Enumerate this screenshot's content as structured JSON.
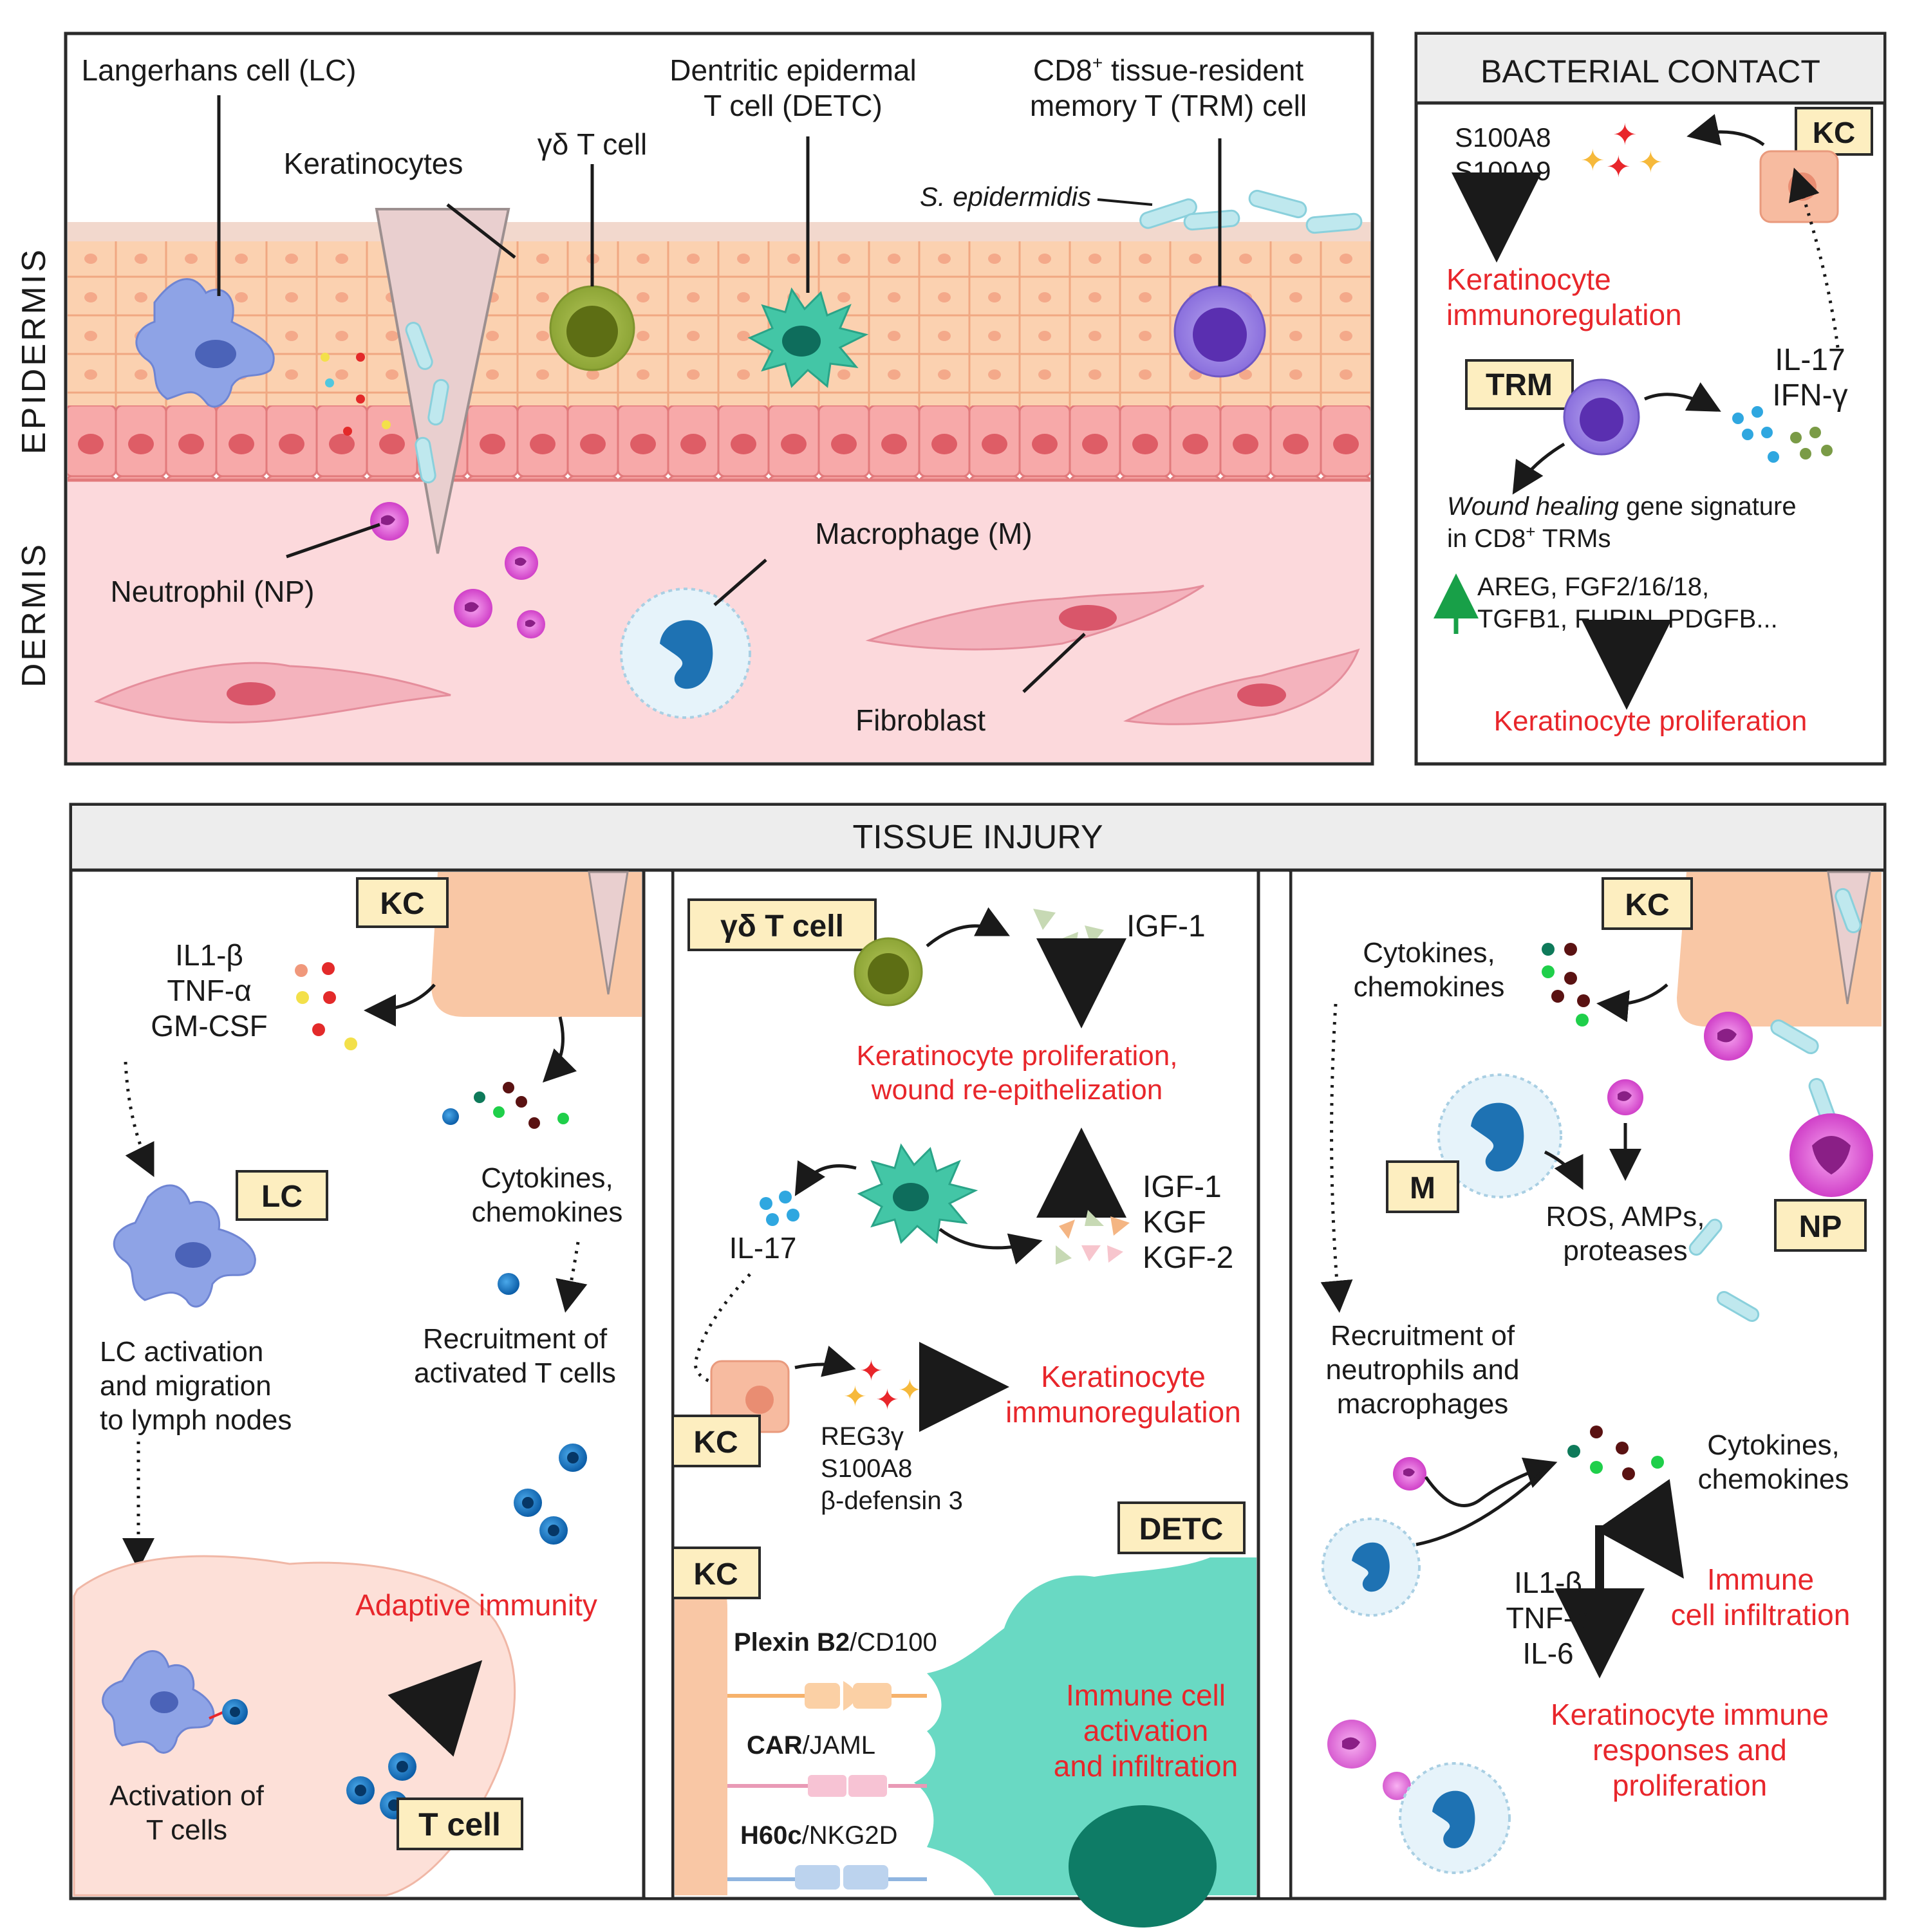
{
  "colors": {
    "epidermis_cell": "#f9c9a8",
    "basal_cell": "#f4a3a6",
    "dermis": "#fbd9dc",
    "red_text": "#e8262b",
    "label_box": "#fdeec0",
    "header_gray": "#ededed"
  },
  "icons": [
    "langerhans-cell-icon",
    "keratinocyte-icon",
    "gamma-delta-t-cell-icon",
    "detc-icon",
    "trm-cell-icon",
    "neutrophil-icon",
    "macrophage-icon",
    "fibroblast-icon",
    "bacteria-icon",
    "cytokine-dots-icon",
    "t-cell-icon"
  ],
  "top_panel": {
    "side_epidermis": "EPIDERMIS",
    "side_dermis": "DERMIS",
    "lc": "Langerhans cell (LC)",
    "keratinocytes": "Keratinocytes",
    "gd_t": "γδ T cell",
    "detc_l1": "Dentritic epidermal",
    "detc_l2": "T cell (DETC)",
    "trm_l1a": "CD8",
    "trm_sup": "+",
    "trm_l1b": " tissue-resident",
    "trm_l2": "memory T (TRM) cell",
    "s_epi": "S. epidermidis",
    "neutrophil": "Neutrophil (NP)",
    "macrophage": "Macrophage (M)",
    "fibroblast": "Fibroblast"
  },
  "bacterial": {
    "title": "BACTERIAL CONTACT",
    "kc": "KC",
    "s100a8": "S100A8",
    "s100a9": "S100A9",
    "kc_immuno_1": "Keratinocyte",
    "kc_immuno_2": "immunoregulation",
    "trm": "TRM",
    "il17": "IL-17",
    "ifn": "IFN-γ",
    "wound_1a": "Wound healing",
    "wound_1b": " gene signature",
    "wound_2a": "in CD8",
    "wound_sup": "+",
    "wound_2b": " TRMs",
    "genes_1": "AREG, FGF2/16/18,",
    "genes_2": "TGFB1, FURIN, PDGFB...",
    "kc_prolif": "Keratinocyte proliferation"
  },
  "injury": {
    "title": "TISSUE INJURY",
    "left": {
      "kc": "KC",
      "il1b": "IL1-β",
      "tnfa": "TNF-α",
      "gmcsf": "GM-CSF",
      "lc": "LC",
      "cyto_1": "Cytokines,",
      "cyto_2": "chemokines",
      "recruit_1": "Recruitment of",
      "recruit_2": "activated T cells",
      "lcact_1": "LC activation",
      "lcact_2": "and migration",
      "lcact_3": "to lymph nodes",
      "adaptive": "Adaptive immunity",
      "act_1": "Activation of",
      "act_2": "T cells",
      "tcell": "T cell"
    },
    "middle": {
      "gd": "γδ T cell",
      "igf1_top": "IGF-1",
      "prolif_1": "Keratinocyte proliferation,",
      "prolif_2": "wound re-epithelization",
      "il17": "IL-17",
      "igf1": "IGF-1",
      "kgf": "KGF",
      "kgf2": "KGF-2",
      "kc": "KC",
      "reg3": "REG3γ",
      "s100a8": "S100A8",
      "bdef": "β-defensin 3",
      "immuno_1": "Keratinocyte",
      "immuno_2": "immunoregulation",
      "kc2": "KC",
      "detc": "DETC",
      "plexin_a": "Plexin B2",
      "plexin_b": "/CD100",
      "car_a": "CAR",
      "car_b": "/JAML",
      "h60_a": "H60c",
      "h60_b": "/NKG2D",
      "immune_1": "Immune cell",
      "immune_2": "activation",
      "immune_3": "and infiltration"
    },
    "right": {
      "kc": "KC",
      "cyto_1": "Cytokines,",
      "cyto_2": "chemokines",
      "m": "M",
      "np": "NP",
      "ros_1": "ROS, AMPs,",
      "ros_2": "proteases",
      "recruit_1": "Recruitment of",
      "recruit_2": "neutrophils and",
      "recruit_3": "macrophages",
      "cyto2_1": "Cytokines,",
      "cyto2_2": "chemokines",
      "il1b": "IL1-β",
      "tnfa": "TNF-α",
      "il6": "IL-6",
      "infil_1": "Immune",
      "infil_2": "cell infiltration",
      "resp_1": "Keratinocyte immune",
      "resp_2": "responses and",
      "resp_3": "proliferation"
    }
  }
}
